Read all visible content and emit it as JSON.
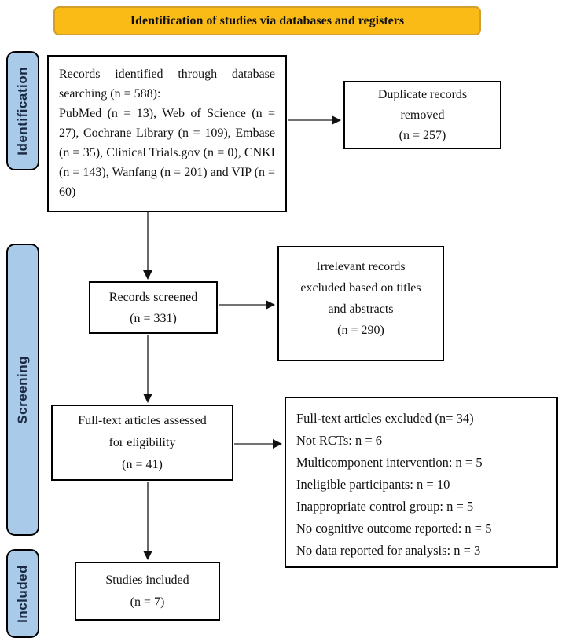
{
  "title": "Identification of studies via databases and registers",
  "colors": {
    "banner_bg": "#FBBB17",
    "banner_border": "#D29F2F",
    "stage_bg": "#A9CBE9",
    "stage_border": "#000000",
    "stage_text": "#1B2A44",
    "box_border": "#000000",
    "arrow": "#444444"
  },
  "stage_labels": {
    "identification": "Identification",
    "screening": "Screening",
    "included": "Included"
  },
  "boxes": {
    "records_identified": {
      "line1": "Records identified through database searching (n = 588):",
      "line2": "PubMed (n = 13), Web of Science (n = 27), Cochrane Library (n = 109), Embase (n = 35), Clinical Trials.gov (n = 0), CNKI (n = 143), Wanfang (n = 201) and VIP (n = 60)"
    },
    "duplicates_removed": {
      "lines": [
        "Duplicate records",
        "removed",
        "(n = 257)"
      ]
    },
    "records_screened": {
      "lines": [
        "Records screened",
        "(n = 331)"
      ]
    },
    "irrelevant_excluded": {
      "lines": [
        "Irrelevant records",
        "excluded based on titles",
        "and abstracts",
        "(n = 290)"
      ]
    },
    "fulltext_assessed": {
      "lines": [
        "Full-text articles assessed",
        "for eligibility",
        "(n = 41)"
      ]
    },
    "fulltext_excluded": {
      "lines": [
        "Full-text articles excluded (n= 34)",
        "Not RCTs: n = 6",
        "Multicomponent intervention: n = 5",
        "Ineligible participants: n = 10",
        "Inappropriate control group: n = 5",
        "No cognitive outcome reported: n = 5",
        "No data reported for analysis: n = 3"
      ]
    },
    "studies_included": {
      "lines": [
        "Studies included",
        "(n = 7)"
      ]
    }
  }
}
